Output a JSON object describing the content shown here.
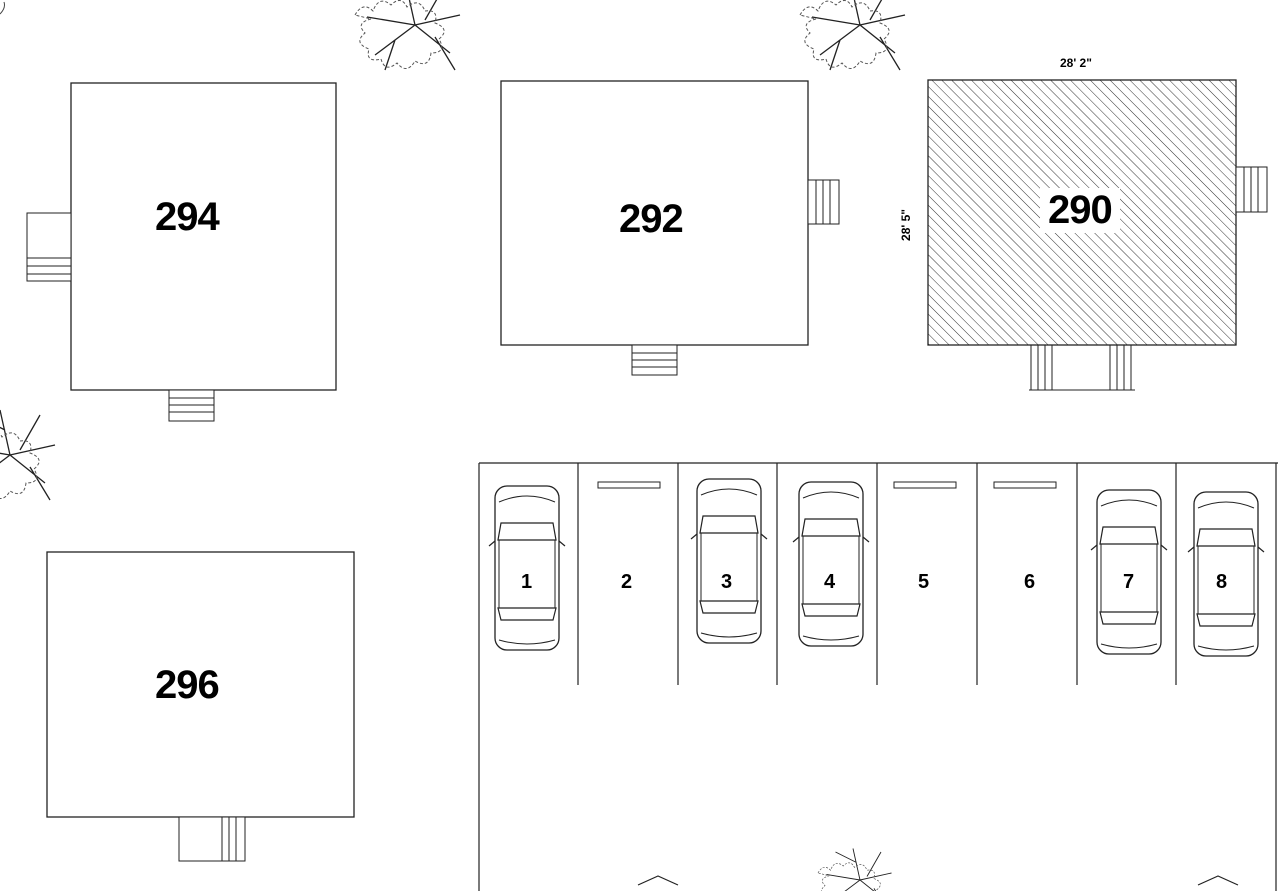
{
  "units": [
    {
      "id": "294",
      "label": "294",
      "hatched": false
    },
    {
      "id": "292",
      "label": "292",
      "hatched": false
    },
    {
      "id": "290",
      "label": "290",
      "hatched": true
    },
    {
      "id": "296",
      "label": "296",
      "hatched": false
    }
  ],
  "unit_290_dimensions": {
    "width": "28' 2\"",
    "depth": "28' 5\""
  },
  "parking": {
    "stalls": [
      {
        "label": "1",
        "occupied": true
      },
      {
        "label": "2",
        "occupied": false
      },
      {
        "label": "3",
        "occupied": true
      },
      {
        "label": "4",
        "occupied": true
      },
      {
        "label": "5",
        "occupied": false
      },
      {
        "label": "6",
        "occupied": false
      },
      {
        "label": "7",
        "occupied": true
      },
      {
        "label": "8",
        "occupied": true
      }
    ]
  },
  "colors": {
    "line": "#222222",
    "background": "#ffffff",
    "hatch": "#333333"
  },
  "icons": [
    "tree-icon",
    "car-icon",
    "stair-icon"
  ]
}
